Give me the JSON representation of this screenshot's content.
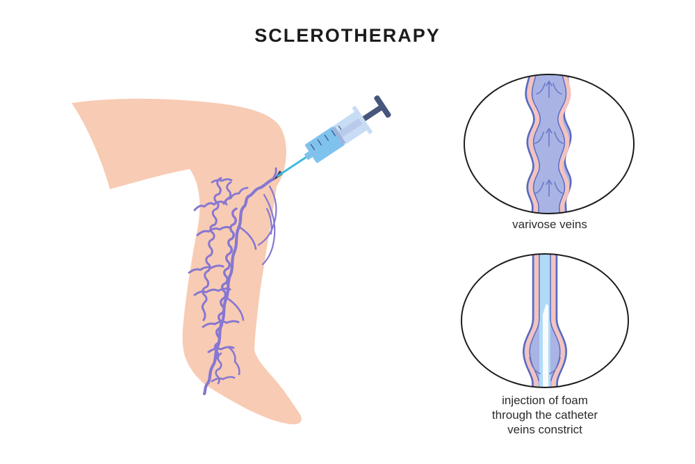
{
  "title": "SCLEROTHERAPY",
  "figure": {
    "caption_varicose": "varivose veins",
    "caption_injection": [
      "injection of foam",
      "through the catheter",
      "veins constrict"
    ]
  },
  "icons": {
    "leg": "leg-with-varicose-veins-illustration",
    "syringe": "syringe-icon",
    "inset_top": "varicose-vein-inset",
    "inset_bottom": "foam-injection-inset"
  },
  "colors": {
    "skin": "#F8CBB4",
    "vein_purple": "#8677D1",
    "needle_teal": "#3FB9DE",
    "syringe_barrel": "#C8DDF5",
    "syringe_liquid": "#7FC2EE",
    "plunger_dark": "#46567C",
    "vein_fill": "#A9B4E5",
    "vein_wall_pink": "#F3C3BF",
    "vein_outline": "#5A68BE",
    "foam_blue": "#B0DBF7",
    "title_color": "#1C1C1C"
  }
}
